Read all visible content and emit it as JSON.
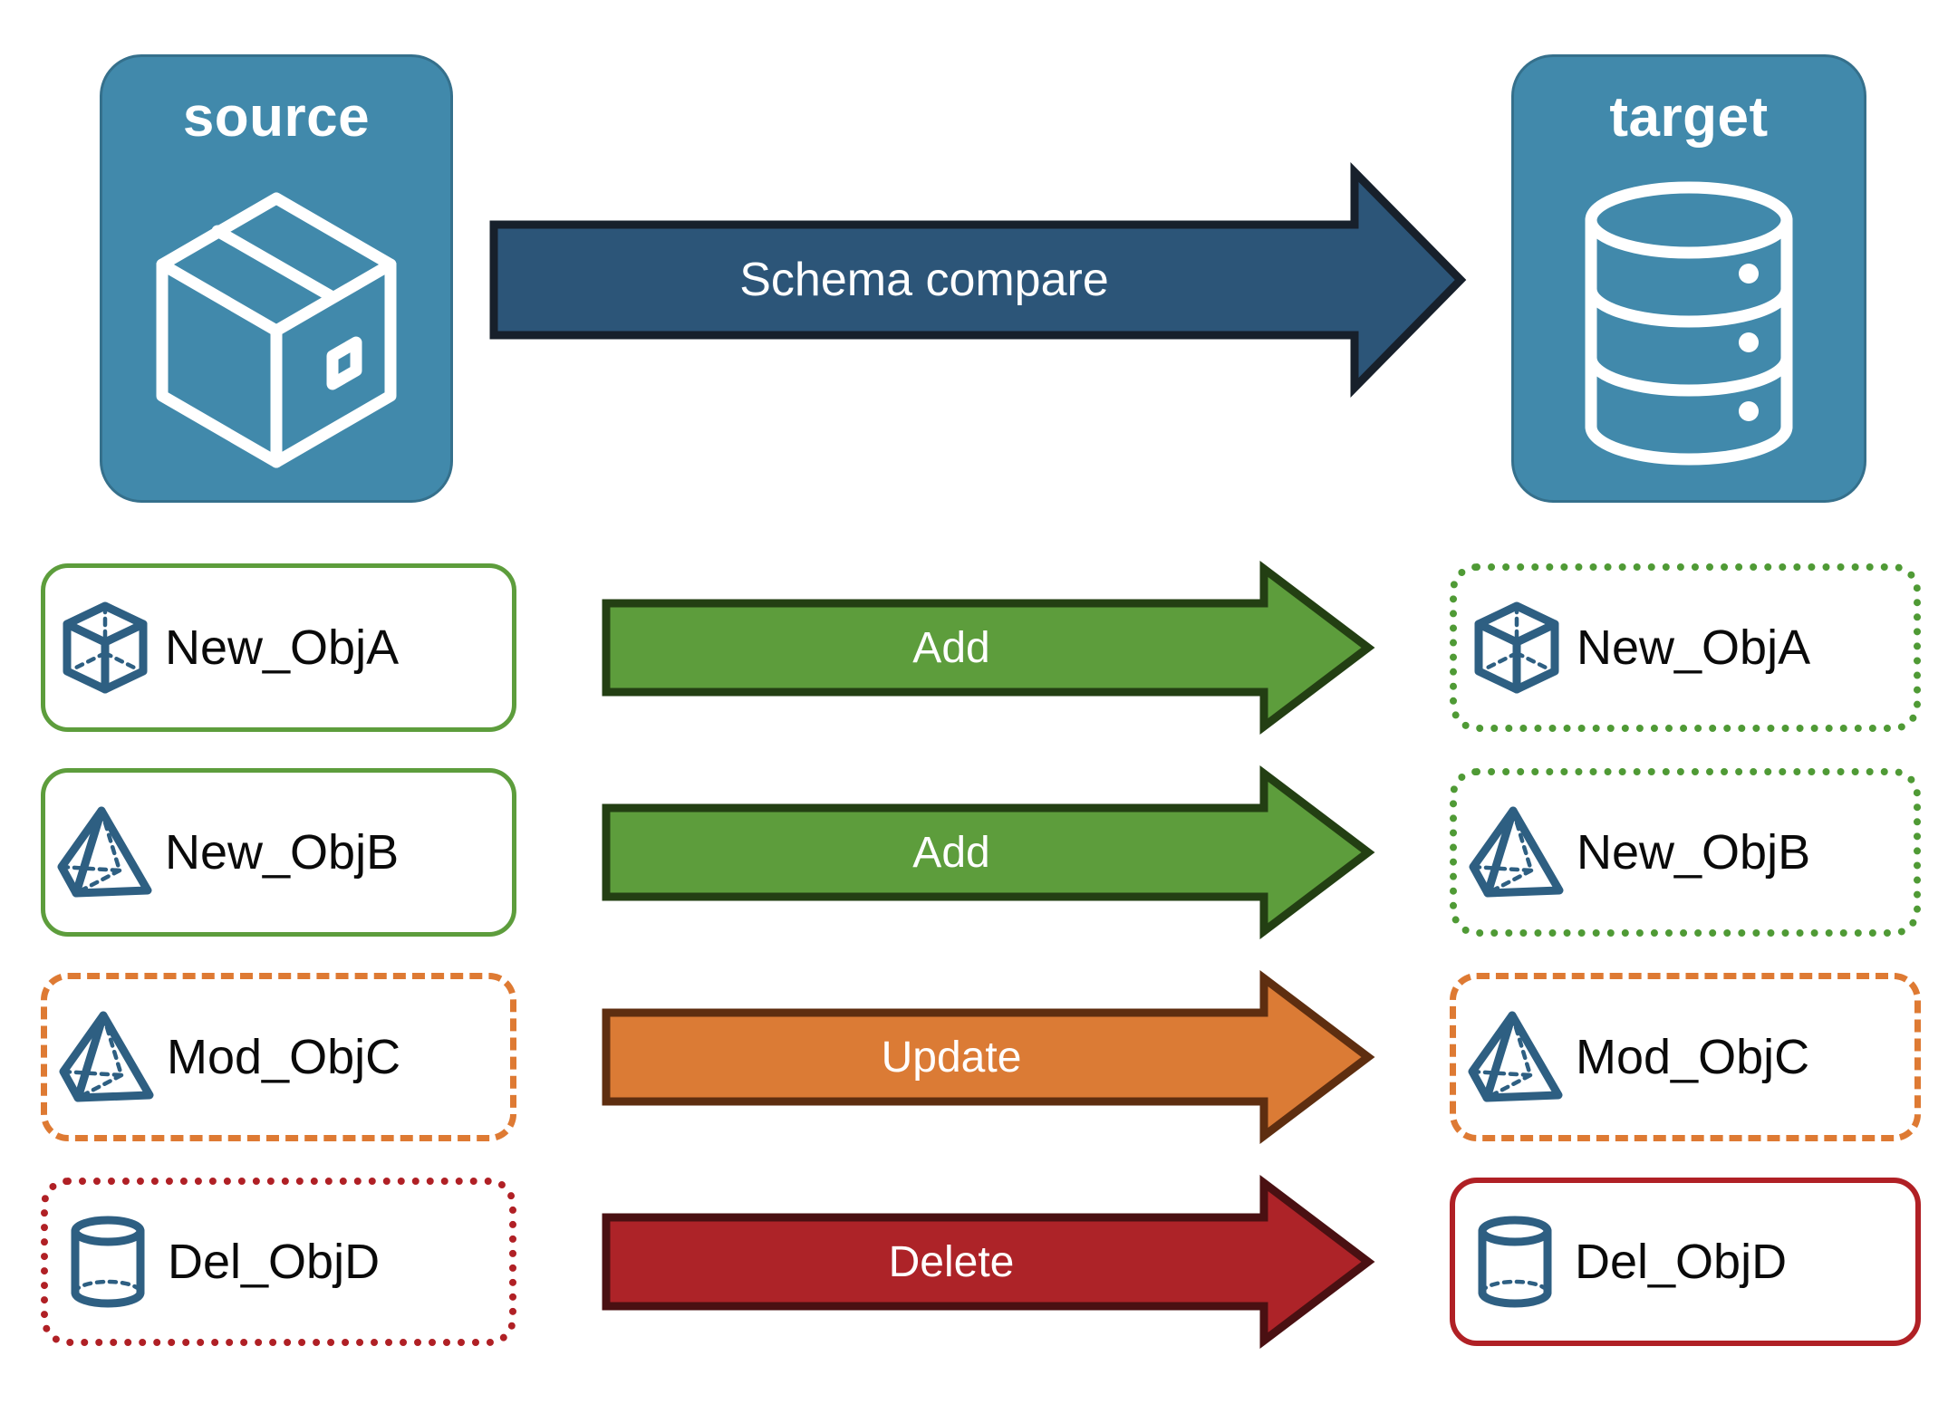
{
  "diagram": {
    "title_source": "source",
    "title_target": "target",
    "main_arrow_label": "Schema compare"
  },
  "colors": {
    "endpoint_fill": "#4189AB",
    "endpoint_stroke": "#35708C",
    "main_arrow_fill": "#2C5578",
    "main_arrow_stroke": "#17202B",
    "add_fill": "#5D9D3C",
    "add_stroke": "#233F13",
    "update_fill": "#DB7B35",
    "update_stroke": "#5E2E10",
    "delete_fill": "#AD2328",
    "delete_stroke": "#4A1012",
    "object_icon": "#2E5F82",
    "label_text": "#0A0A0A",
    "arrow_text": "#FFFFFF"
  },
  "endpoints": {
    "source": {
      "label": "source",
      "icon": "package-box-icon"
    },
    "target": {
      "label": "target",
      "icon": "database-cylinder-icon"
    }
  },
  "rows": [
    {
      "action": "Add",
      "arrow_style": "add",
      "source": {
        "label": "New_ObjA",
        "icon": "wireframe-cube-icon",
        "border": "solid-green"
      },
      "target": {
        "label": "New_ObjA",
        "icon": "wireframe-cube-icon",
        "border": "dotted-green"
      }
    },
    {
      "action": "Add",
      "arrow_style": "add",
      "source": {
        "label": "New_ObjB",
        "icon": "wireframe-pyramid-icon",
        "border": "solid-green"
      },
      "target": {
        "label": "New_ObjB",
        "icon": "wireframe-pyramid-icon",
        "border": "dotted-green"
      }
    },
    {
      "action": "Update",
      "arrow_style": "update",
      "source": {
        "label": "Mod_ObjC",
        "icon": "wireframe-pyramid-icon",
        "border": "dashed-orange"
      },
      "target": {
        "label": "Mod_ObjC",
        "icon": "wireframe-pyramid-icon",
        "border": "dashed-orange"
      }
    },
    {
      "action": "Delete",
      "arrow_style": "delete",
      "source": {
        "label": "Del_ObjD",
        "icon": "wireframe-cylinder-icon",
        "border": "dotted-red"
      },
      "target": {
        "label": "Del_ObjD",
        "icon": "wireframe-cylinder-icon",
        "border": "solid-red"
      }
    }
  ]
}
